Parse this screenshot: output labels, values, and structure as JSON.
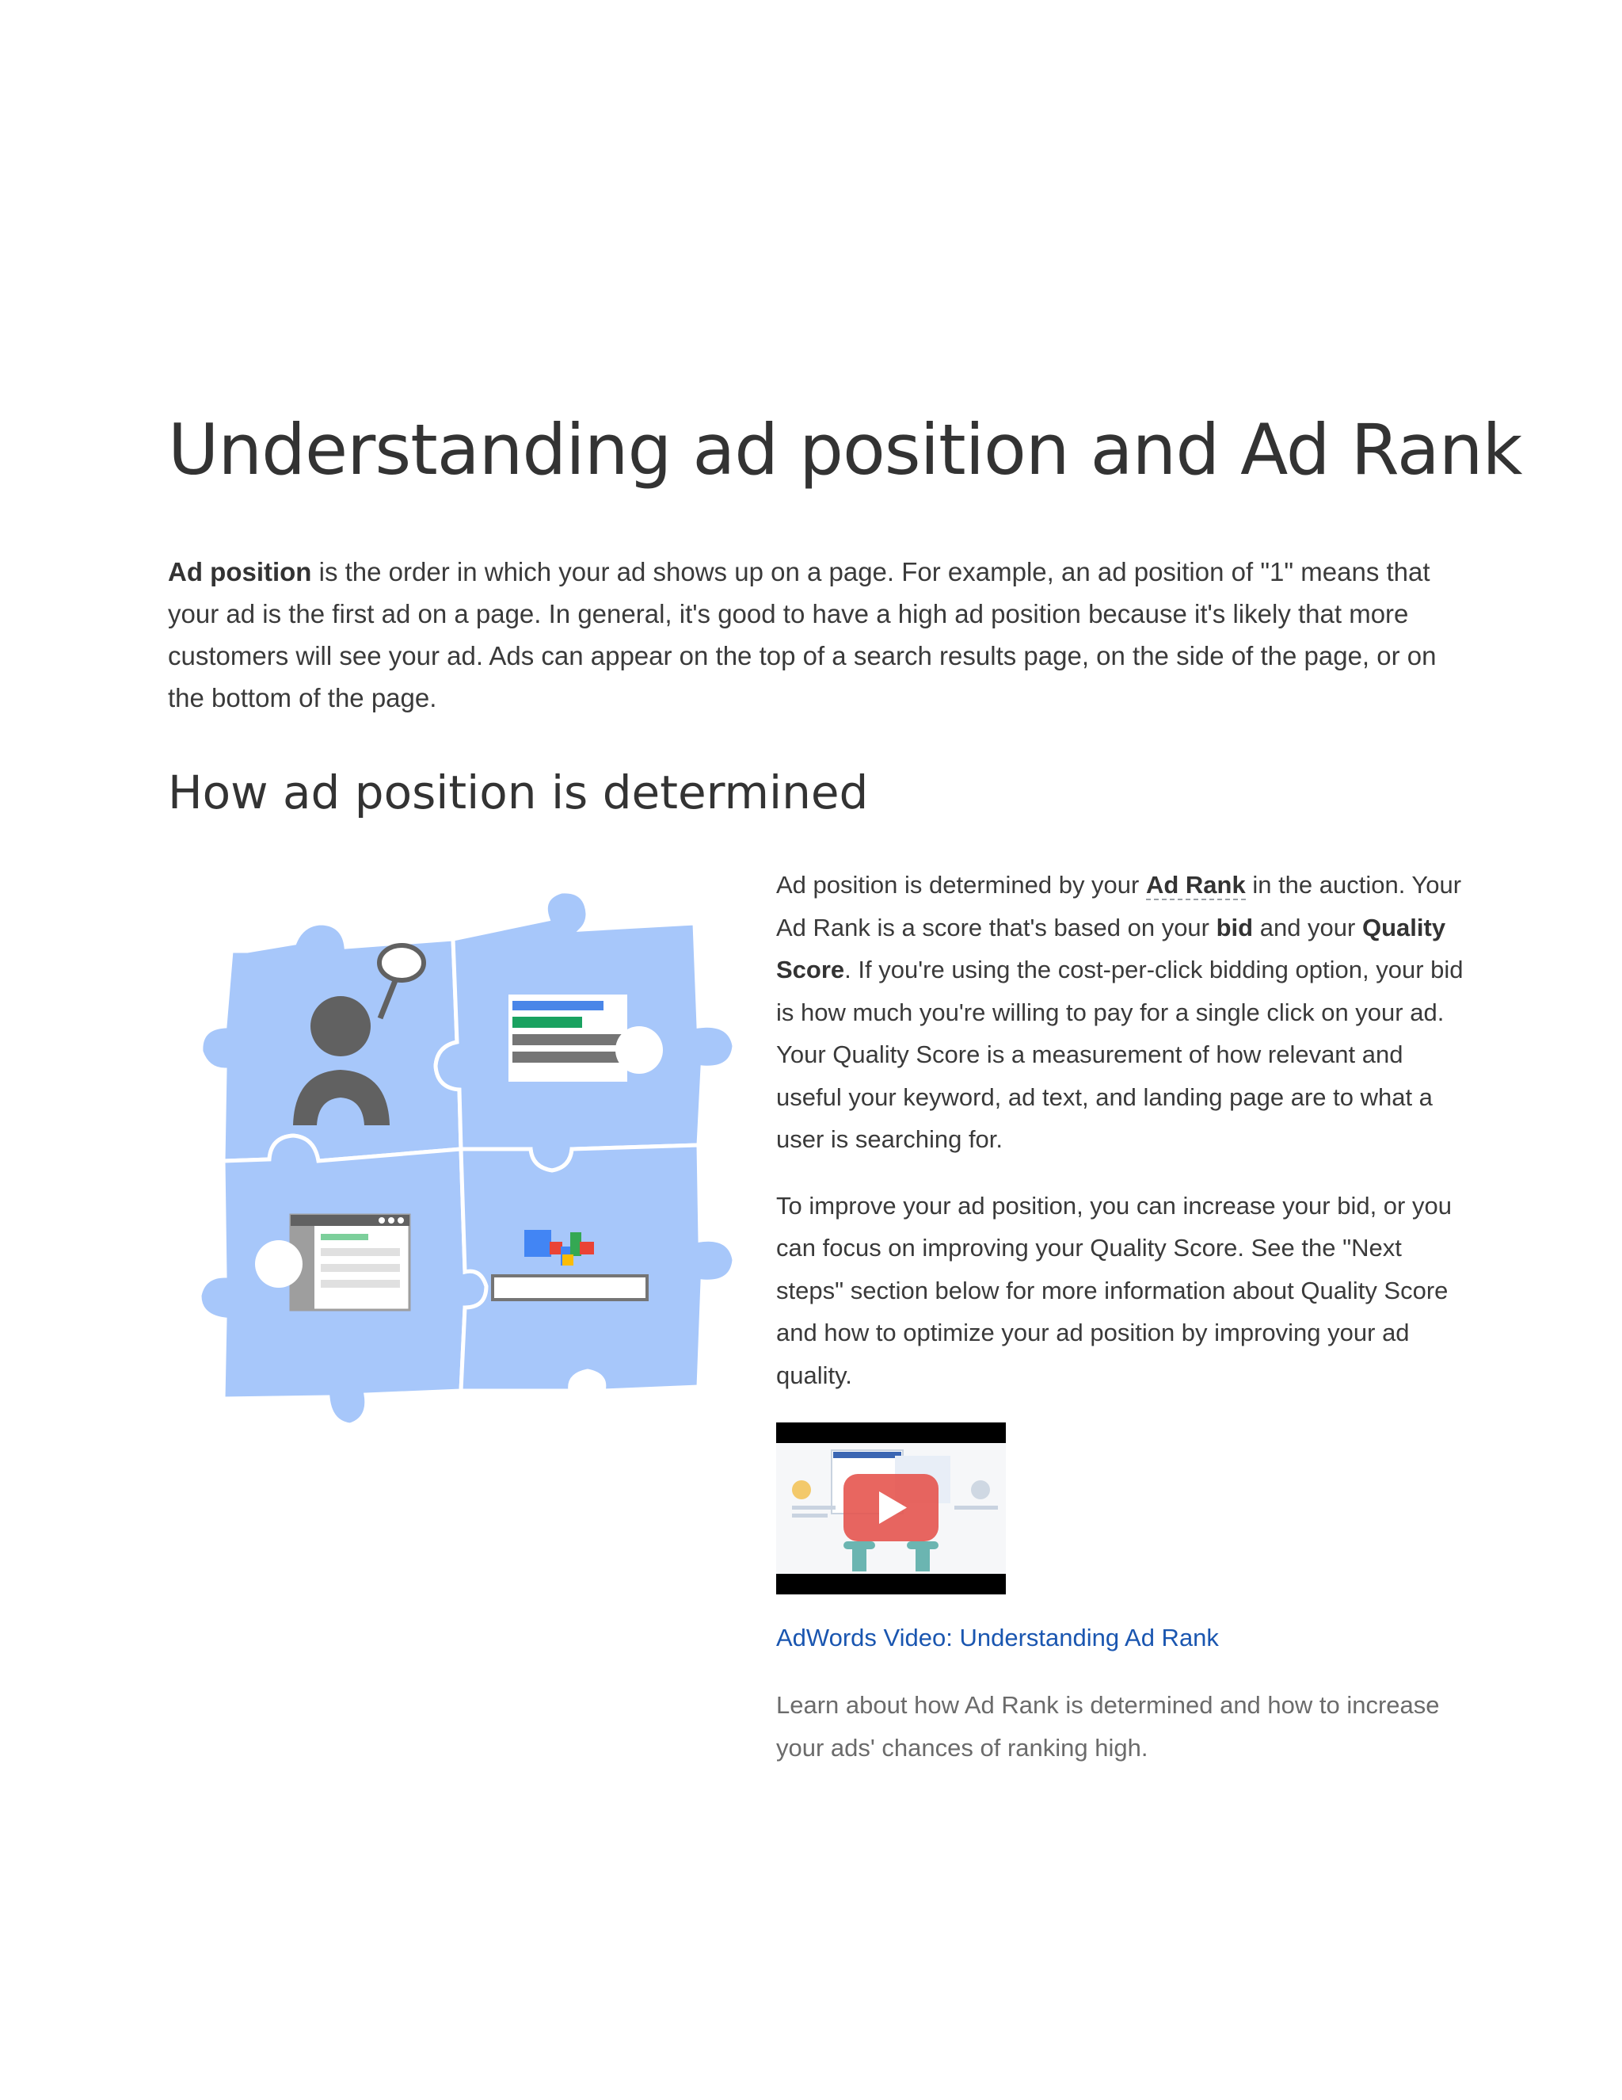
{
  "page": {
    "title": "Understanding ad position and Ad Rank",
    "intro": {
      "term": "Ad position",
      "text": " is the order in which your ad shows up on a page. For example, an ad position of \"1\" means that your ad is the first ad on a page. In general, it's good to have a high ad position because it's likely that more customers will see your ad. Ads can appear on the top of a search results page, on the side of the page, or on the bottom of the page."
    },
    "section": {
      "heading": "How ad position is determined",
      "illustration_icon": "puzzle-pieces-illustration",
      "p1": {
        "t1": "Ad position is determined by your ",
        "link": "Ad Rank",
        "t2": " in the auction. Your Ad Rank is a score that's based on your ",
        "bid": "bid",
        "t3": " and your ",
        "qs": "Quality Score",
        "t4": ". If you're using the cost-per-click bidding option, your bid is how much you're willing to pay for a single click on your ad. Your Quality Score is a measurement of how relevant and useful your keyword, ad text, and landing page are to what a user is searching for."
      },
      "p2": "To improve your ad position, you can increase your bid, or you can focus on improving your Quality Score. See the \"Next steps\" section below for more information about Quality Score and how to optimize your ad position by improving your ad quality.",
      "video": {
        "thumbnail_icon": "video-play-icon",
        "link": "AdWords Video: Understanding Ad Rank",
        "description": "Learn about how Ad Rank is determined and how to increase your ads' chances of ranking high."
      }
    },
    "colors": {
      "puzzle_blue": "#a7c7fa",
      "link_blue": "#1a56b0",
      "play_red": "#e5514a"
    }
  }
}
